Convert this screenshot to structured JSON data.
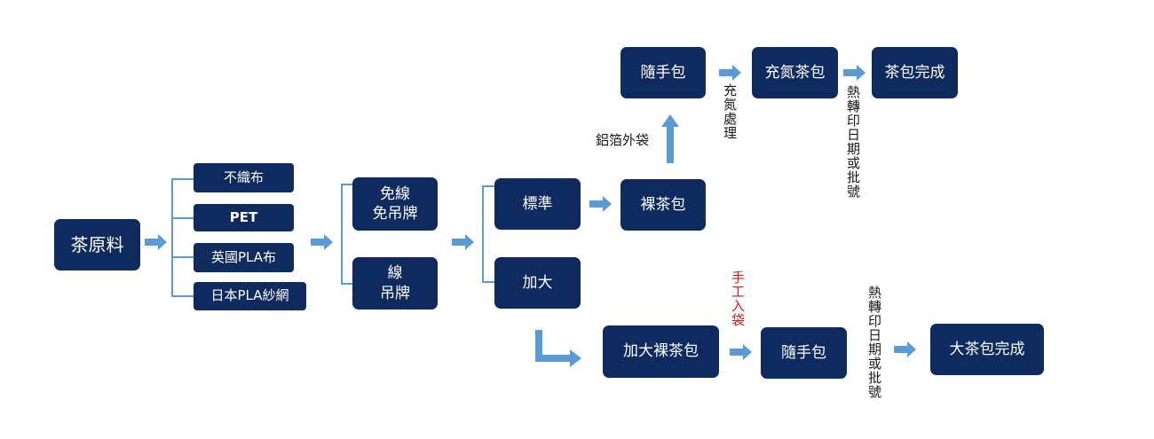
{
  "boxes": {
    "raw_material": "茶原料",
    "nonwoven": "不織布",
    "pet": "PET",
    "uk_pla": "英國PLA布",
    "jp_pla": "日本PLA紗網",
    "no_string": "免線\n免吊牌",
    "string_tag": "線\n吊牌",
    "standard": "標準",
    "large": "加大",
    "naked_bag": "裸茶包",
    "pouch_top": "隨手包",
    "nitrogen_bag": "充氮茶包",
    "bag_done": "茶包完成",
    "large_naked": "加大裸茶包",
    "pouch_bottom": "隨手包",
    "large_done": "大茶包完成"
  },
  "labels": {
    "foil_bag": "鋁箔外袋",
    "nitrogen_process": "充氮處理",
    "heat_print_top": "熱轉印日期或批號",
    "hand_bagging": "手工入袋",
    "heat_print_bottom": "熱轉印日期或批號"
  },
  "colors": {
    "box_fill": "#0f2a5e",
    "arrow": "#5b9bd5",
    "bracket": "#5b9bd5",
    "red_label": "#d11a1a"
  }
}
